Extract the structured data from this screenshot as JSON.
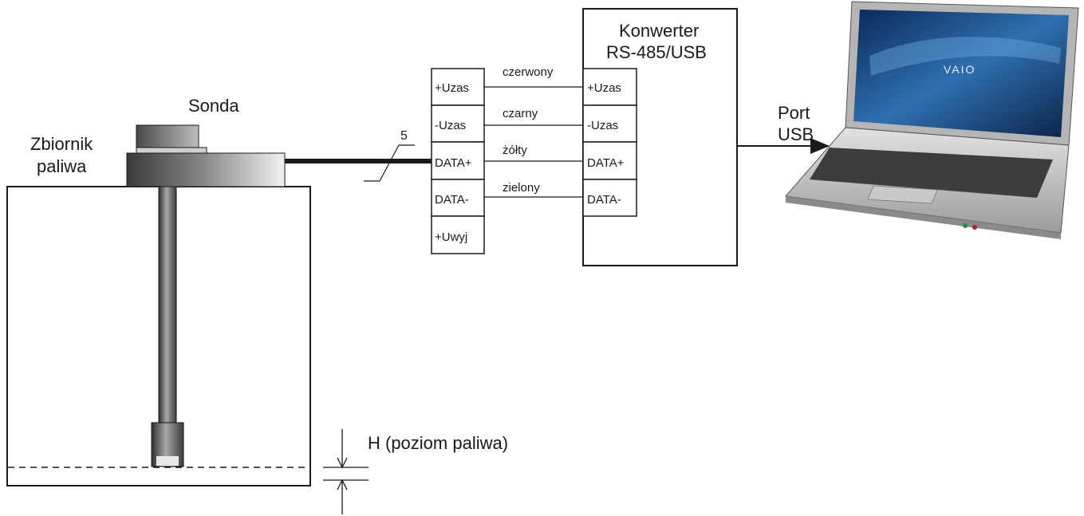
{
  "tank": {
    "label_line1": "Zbiornik",
    "label_line2": "paliwa"
  },
  "probe": {
    "label": "Sonda"
  },
  "cable": {
    "number": "5"
  },
  "level": {
    "label": "H (poziom paliwa)"
  },
  "terminals": {
    "left": [
      "+Uzas",
      "-Uzas",
      "DATA+",
      "DATA-",
      "+Uwyj"
    ],
    "right": [
      "+Uzas",
      "-Uzas",
      "DATA+",
      "DATA-"
    ]
  },
  "wires": [
    "czerwony",
    "czarny",
    "żółty",
    "zielony"
  ],
  "converter": {
    "title_line1": "Konwerter",
    "title_line2": "RS-485/USB"
  },
  "usb_port": {
    "label_line1": "Port",
    "label_line2": "USB"
  },
  "laptop": {
    "brand": "VAIO"
  }
}
